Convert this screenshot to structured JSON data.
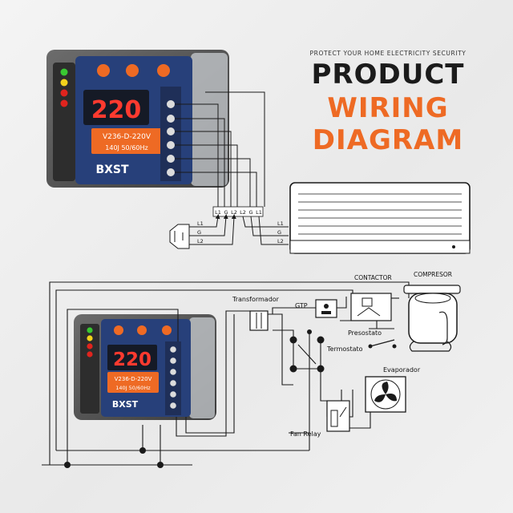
{
  "header": {
    "tagline": "PROTECT YOUR HOME ELECTRICITY SECURITY",
    "line1": "PRODUCT",
    "line2": "WIRING",
    "line3": "DIAGRAM"
  },
  "device": {
    "display": "220",
    "model": "V236-D-220V",
    "spec": "140J 50/60Hz",
    "brand": "BXST"
  },
  "terminals": [
    "L1",
    "G",
    "L2",
    "L2",
    "G",
    "L1"
  ],
  "plug_pins": [
    "L1",
    "G",
    "L2"
  ],
  "ac_pins": [
    "L1",
    "G",
    "L2"
  ],
  "labels": {
    "contactor": "CONTACTOR",
    "compresor": "COMPRESOR",
    "transformador": "Transformador",
    "gtp": "GTP",
    "presostato": "Presostato",
    "termostato": "Termostato",
    "evaporador": "Evaporador",
    "fan_relay": "Fan Relay"
  },
  "colors": {
    "accent": "#ee6a24",
    "panel": "#27407a",
    "led_green": "#39c832",
    "led_yellow": "#f2d21c",
    "led_red": "#e0241e",
    "wire": "#1a1a1a"
  }
}
